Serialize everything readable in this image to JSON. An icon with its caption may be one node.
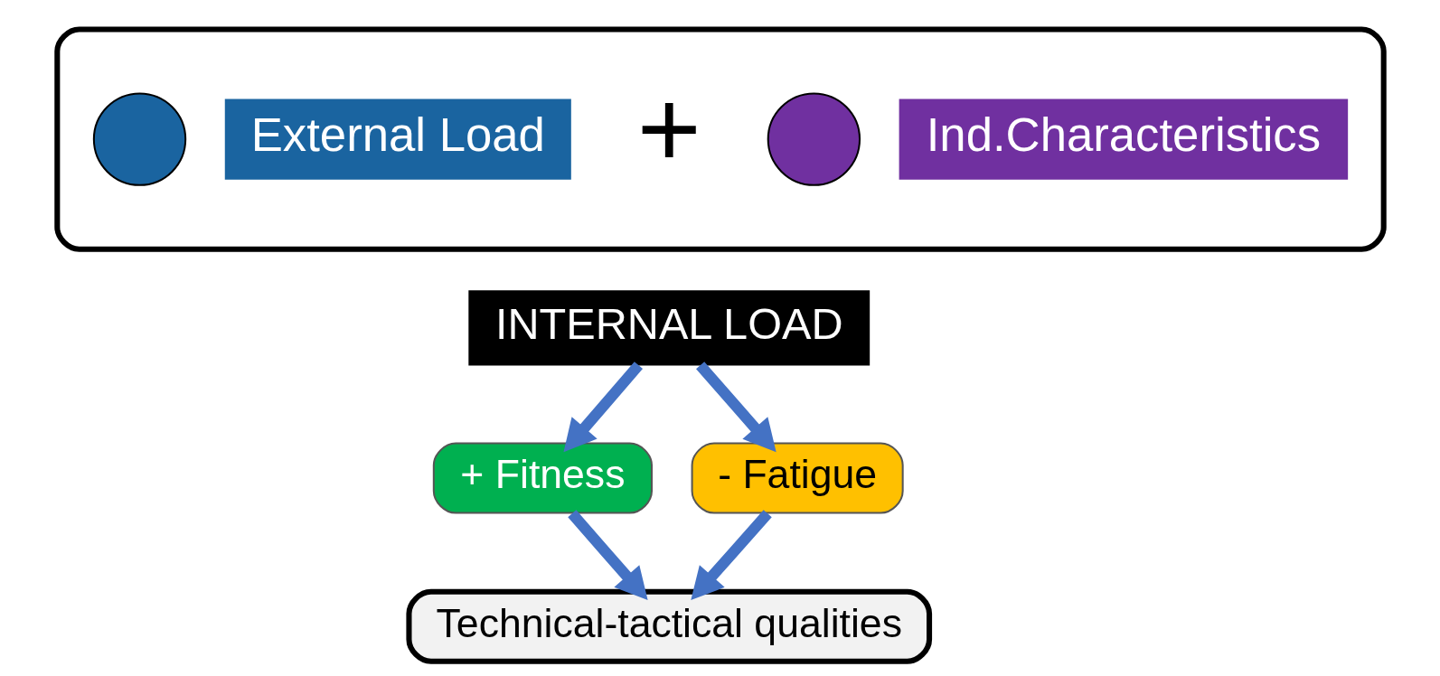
{
  "diagram": {
    "nodes": [
      {
        "text": [],
        "shape": "box"
      },
      {
        "text": [],
        "shape": "circle",
        "in": 0
      },
      {
        "text": [
          "External Load"
        ],
        "in": 0
      },
      {
        "text": [],
        "shape": "circle",
        "in": 0
      },
      {
        "text": [
          "Ind.Characteristics"
        ],
        "in": 0
      },
      {
        "text": [
          "INTERNAL LOAD"
        ]
      },
      {
        "text": [
          "+ Fitness"
        ]
      },
      {
        "text": [
          "- Fatigue"
        ]
      },
      {
        "text": [
          "Technical-tactical qualities"
        ]
      }
    ],
    "edges": [
      {
        "from": 5,
        "to": 6,
        "arrow": "to"
      },
      {
        "from": 5,
        "to": 7,
        "arrow": "to"
      },
      {
        "from": 6,
        "to": 8,
        "arrow": "to"
      },
      {
        "from": 7,
        "to": 8,
        "arrow": "to"
      }
    ],
    "labels": [
      "+"
    ]
  }
}
